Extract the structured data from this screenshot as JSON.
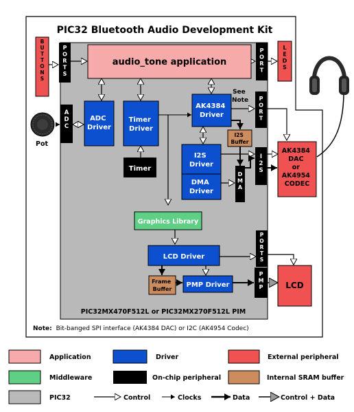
{
  "title": "PIC32 Bluetooth Audio Development Kit",
  "board_label": "PIC32MX470F512L or PIC32MX270F512L PIM",
  "blocks": {
    "application": "audio_tone application",
    "adc_driver": [
      "ADC",
      "Driver"
    ],
    "timer_driver": [
      "Timer",
      "Driver"
    ],
    "ak4384_driver": [
      "AK4384",
      "Driver"
    ],
    "i2s_driver": [
      "I2S",
      "Driver"
    ],
    "dma_driver": [
      "DMA",
      "Driver"
    ],
    "graphics_library": "Graphics Library",
    "lcd_driver": "LCD Driver",
    "pmp_driver": "PMP Driver",
    "timer": "Timer",
    "i2s_buffer": [
      "I2S",
      "Buffer"
    ],
    "frame_buffer": [
      "Frame",
      "Buffer"
    ]
  },
  "ports": {
    "ports_left": "PORTS",
    "port_leds": "PORT",
    "adc": "ADC",
    "port_ak": "PORT",
    "i2s": "I2S",
    "dma": "DMA",
    "ports_lcd": "PORTS",
    "pmp": "PMP"
  },
  "peripherals": {
    "buttons": "BUTTONS",
    "leds": "LEDS",
    "codec": [
      "AK4384",
      "DAC",
      "or",
      "AK4954",
      "CODEC"
    ],
    "lcd": "LCD",
    "pot": "Pot"
  },
  "see_note": [
    "See",
    "Note"
  ],
  "note": {
    "label": "Note:",
    "text": "Bit-banged SPI interface (AK4384 DAC) or I2C (AK4954 Codec)"
  },
  "legend": {
    "application": "Application",
    "driver": "Driver",
    "external_peripheral": "External peripheral",
    "middleware": "Middleware",
    "onchip_peripheral": "On-chip peripheral",
    "internal_sram_buffer": "Internal SRAM buffer",
    "pic32": "PIC32",
    "control": "Control",
    "clocks": "Clocks",
    "data": "Data",
    "control_data": "Control + Data"
  },
  "colors": {
    "application": "#f6aaaa",
    "driver": "#0c4fcf",
    "external_peripheral": "#f05252",
    "middleware": "#5fcf86",
    "onchip_peripheral": "#000000",
    "internal_sram_buffer": "#cc8c5e",
    "pic32": "#b9b9b9"
  }
}
